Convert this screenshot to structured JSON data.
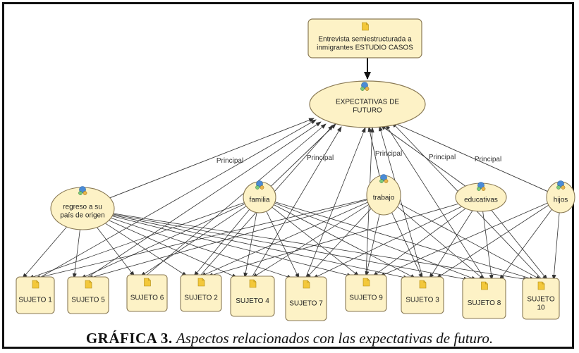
{
  "diagram": {
    "source": {
      "id": "src",
      "lines": [
        "Entrevista semiestructurada a",
        "inmigrantes ESTUDIO CASOS"
      ],
      "icon": "document-icon"
    },
    "root": {
      "id": "root",
      "lines": [
        "EXPECTATIVAS DE",
        "FUTURO"
      ],
      "icon": "network-icon"
    },
    "categories": [
      {
        "id": "c1",
        "lines": [
          "regreso a su",
          "país de origen"
        ],
        "icon": "network-icon"
      },
      {
        "id": "c2",
        "lines": [
          "familia"
        ],
        "icon": "network-icon"
      },
      {
        "id": "c3",
        "lines": [
          "trabajo"
        ],
        "icon": "network-icon"
      },
      {
        "id": "c4",
        "lines": [
          "educativas"
        ],
        "icon": "network-icon"
      },
      {
        "id": "c5",
        "lines": [
          "hijos"
        ],
        "icon": "network-icon"
      }
    ],
    "subjects": [
      {
        "id": "s1",
        "lines": [
          "SUJETO 1"
        ],
        "icon": "document-icon"
      },
      {
        "id": "s5",
        "lines": [
          "SUJETO 5"
        ],
        "icon": "document-icon"
      },
      {
        "id": "s6",
        "lines": [
          "SUJETO 6"
        ],
        "icon": "document-icon"
      },
      {
        "id": "s2",
        "lines": [
          "SUJETO 2"
        ],
        "icon": "document-icon"
      },
      {
        "id": "s4",
        "lines": [
          "SUJETO 4"
        ],
        "icon": "document-icon"
      },
      {
        "id": "s7",
        "lines": [
          "SUJETO 7"
        ],
        "icon": "document-icon"
      },
      {
        "id": "s9",
        "lines": [
          "SUJETO 9"
        ],
        "icon": "document-icon"
      },
      {
        "id": "s3",
        "lines": [
          "SUJETO 3"
        ],
        "icon": "document-icon"
      },
      {
        "id": "s8",
        "lines": [
          "SUJETO 8"
        ],
        "icon": "document-icon"
      },
      {
        "id": "s10",
        "lines": [
          "SUJETO",
          "10"
        ],
        "icon": "document-icon"
      }
    ],
    "relation_label": "Principal",
    "colors": {
      "node_fill": "#fdf2c6",
      "node_stroke": "#8a7a55",
      "edge": "#333333",
      "icon_doc": "#f3c83b",
      "icon_net": "#4a8bd6"
    }
  },
  "caption": {
    "label": "GRÁFICA  3.",
    "text": "Aspectos relacionados con las expectativas de futuro."
  }
}
